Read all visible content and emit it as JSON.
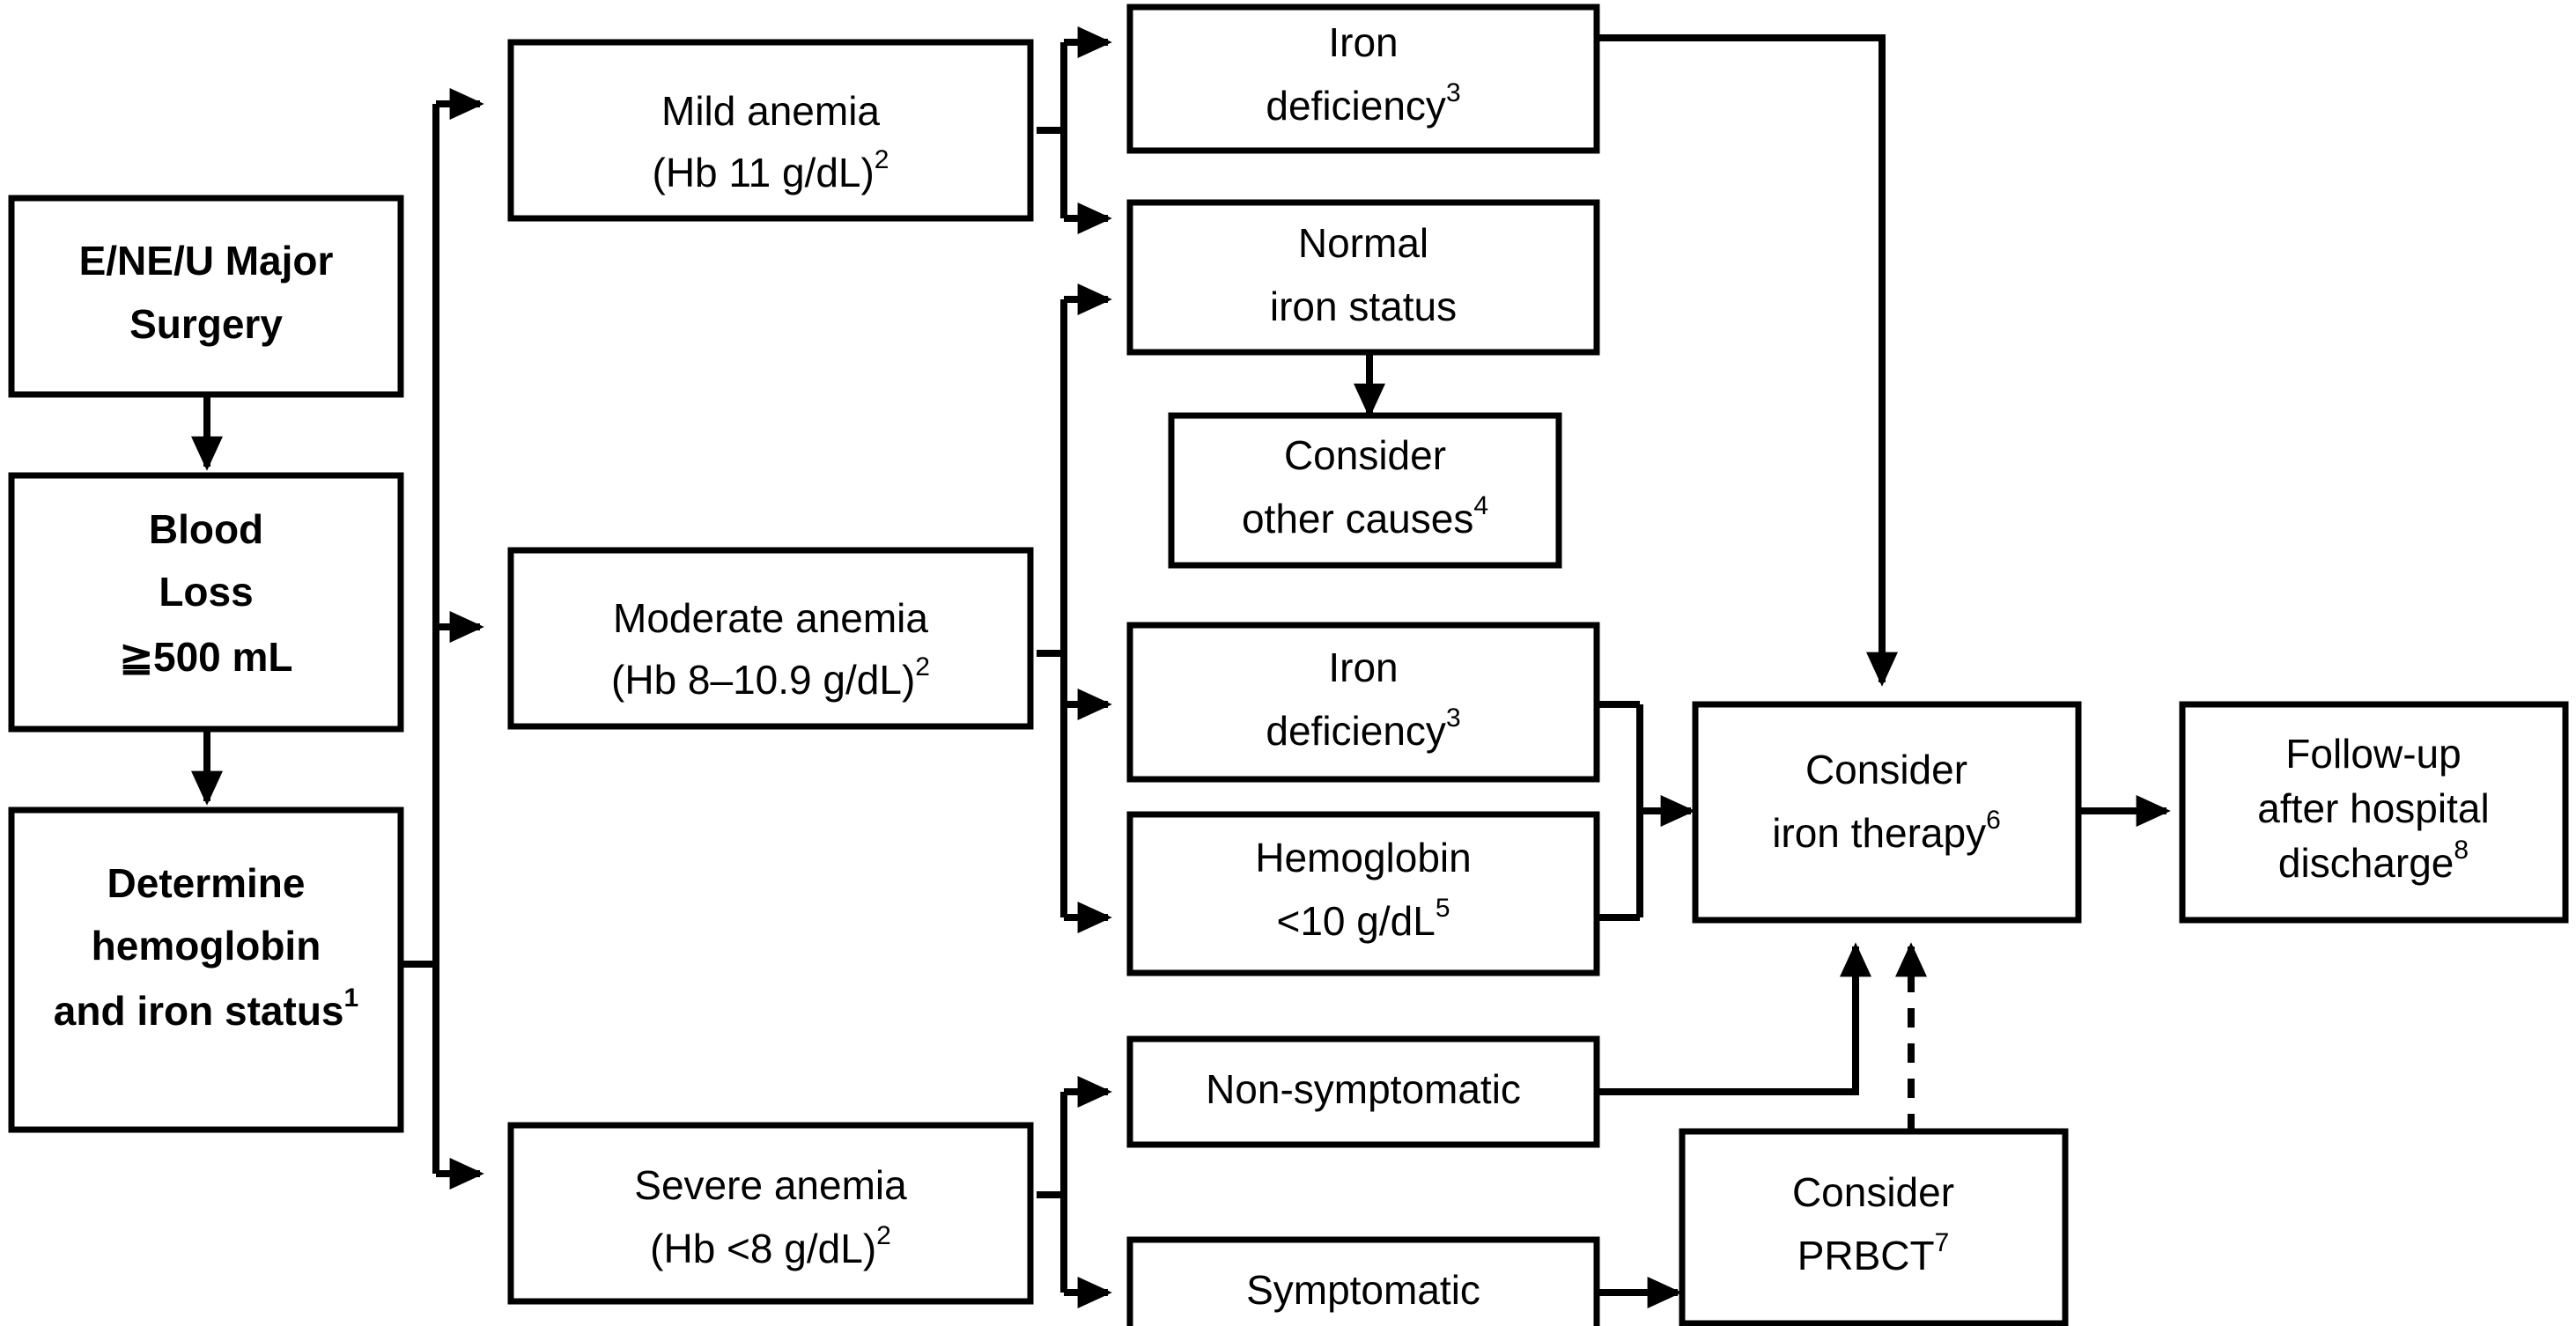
{
  "diagram": {
    "title": "Perioperative anemia management algorithm",
    "type": "flowchart",
    "colors": {
      "stroke": "#000000",
      "fill": "#ffffff",
      "text": "#000000"
    },
    "nodes": {
      "surgery": {
        "line1": "E/NE/U Major",
        "line2": "Surgery",
        "bold": true
      },
      "blood_loss": {
        "line1": "Blood",
        "line2": "Loss",
        "line3": "≧500 mL",
        "bold": true
      },
      "determine": {
        "line1": "Determine",
        "line2": "hemoglobin",
        "line3": "and iron status",
        "sup": "1",
        "bold": true
      },
      "mild": {
        "line1": "Mild anemia",
        "line2": "(Hb 11 g/dL)",
        "sup": "2",
        "bold": false
      },
      "moderate": {
        "line1": "Moderate anemia",
        "line2": "(Hb 8–10.9 g/dL)",
        "sup": "2",
        "bold": false
      },
      "severe": {
        "line1": "Severe anemia",
        "line2": "(Hb <8 g/dL)",
        "sup": "2",
        "bold": false
      },
      "iron_def_top": {
        "line1": "Iron",
        "line2": "deficiency",
        "sup": "3",
        "bold": false
      },
      "normal_iron": {
        "line1": "Normal",
        "line2": "iron status",
        "bold": false
      },
      "other_causes": {
        "line1": "Consider",
        "line2": "other causes",
        "sup": "4",
        "bold": false
      },
      "iron_def_mid": {
        "line1": "Iron",
        "line2": "deficiency",
        "sup": "3",
        "bold": false
      },
      "hemoglobin10": {
        "line1": "Hemoglobin",
        "line2": "<10 g/dL",
        "sup": "5",
        "bold": false
      },
      "non_symptomatic": {
        "line1": "Non-symptomatic",
        "bold": false
      },
      "symptomatic": {
        "line1": "Symptomatic",
        "bold": false
      },
      "iron_therapy": {
        "line1": "Consider",
        "line2": "iron therapy",
        "sup": "6",
        "bold": false
      },
      "prbct": {
        "line1": "Consider",
        "line2": "PRBCT",
        "sup": "7",
        "bold": false
      },
      "followup": {
        "line1": "Follow-up",
        "line2": "after hospital",
        "line3": "discharge",
        "sup": "8",
        "bold": false
      }
    },
    "edges": [
      {
        "id": "surgery-to-bloodloss",
        "from": "surgery",
        "to": "blood_loss",
        "style": "solid",
        "arrow": true
      },
      {
        "id": "bloodloss-to-determine",
        "from": "blood_loss",
        "to": "determine",
        "style": "solid",
        "arrow": true
      },
      {
        "id": "determine-to-mild",
        "from": "determine",
        "to": "mild",
        "style": "solid",
        "arrow": true
      },
      {
        "id": "determine-to-moderate",
        "from": "determine",
        "to": "moderate",
        "style": "solid",
        "arrow": true
      },
      {
        "id": "determine-to-severe",
        "from": "determine",
        "to": "severe",
        "style": "solid",
        "arrow": true
      },
      {
        "id": "mild-to-irondef-top",
        "from": "mild",
        "to": "iron_def_top",
        "style": "solid",
        "arrow": true
      },
      {
        "id": "mild-to-normal-iron",
        "from": "mild",
        "to": "normal_iron",
        "style": "solid",
        "arrow": true
      },
      {
        "id": "moderate-to-normal-iron",
        "from": "moderate",
        "to": "normal_iron",
        "style": "solid",
        "arrow": true
      },
      {
        "id": "moderate-to-irondef-mid",
        "from": "moderate",
        "to": "iron_def_mid",
        "style": "solid",
        "arrow": true
      },
      {
        "id": "moderate-to-hemoglobin10",
        "from": "moderate",
        "to": "hemoglobin10",
        "style": "solid",
        "arrow": true
      },
      {
        "id": "normal-iron-to-other-causes",
        "from": "normal_iron",
        "to": "other_causes",
        "style": "solid",
        "arrow": true
      },
      {
        "id": "irondef-top-to-iron-therapy",
        "from": "iron_def_top",
        "to": "iron_therapy",
        "style": "solid",
        "arrow": true
      },
      {
        "id": "irondef-mid-to-iron-therapy",
        "from": "iron_def_mid",
        "to": "iron_therapy",
        "style": "solid",
        "arrow": true
      },
      {
        "id": "hemoglobin10-to-iron-therapy",
        "from": "hemoglobin10",
        "to": "iron_therapy",
        "style": "solid",
        "arrow": true
      },
      {
        "id": "severe-to-non-symptomatic",
        "from": "severe",
        "to": "non_symptomatic",
        "style": "solid",
        "arrow": true
      },
      {
        "id": "severe-to-symptomatic",
        "from": "severe",
        "to": "symptomatic",
        "style": "solid",
        "arrow": true
      },
      {
        "id": "non-symptomatic-to-iron-therapy",
        "from": "non_symptomatic",
        "to": "iron_therapy",
        "style": "solid",
        "arrow": true
      },
      {
        "id": "symptomatic-to-prbct",
        "from": "symptomatic",
        "to": "prbct",
        "style": "solid",
        "arrow": true
      },
      {
        "id": "prbct-to-iron-therapy",
        "from": "prbct",
        "to": "iron_therapy",
        "style": "dashed",
        "arrow": true
      },
      {
        "id": "iron-therapy-to-followup",
        "from": "iron_therapy",
        "to": "followup",
        "style": "solid",
        "arrow": true
      }
    ]
  }
}
